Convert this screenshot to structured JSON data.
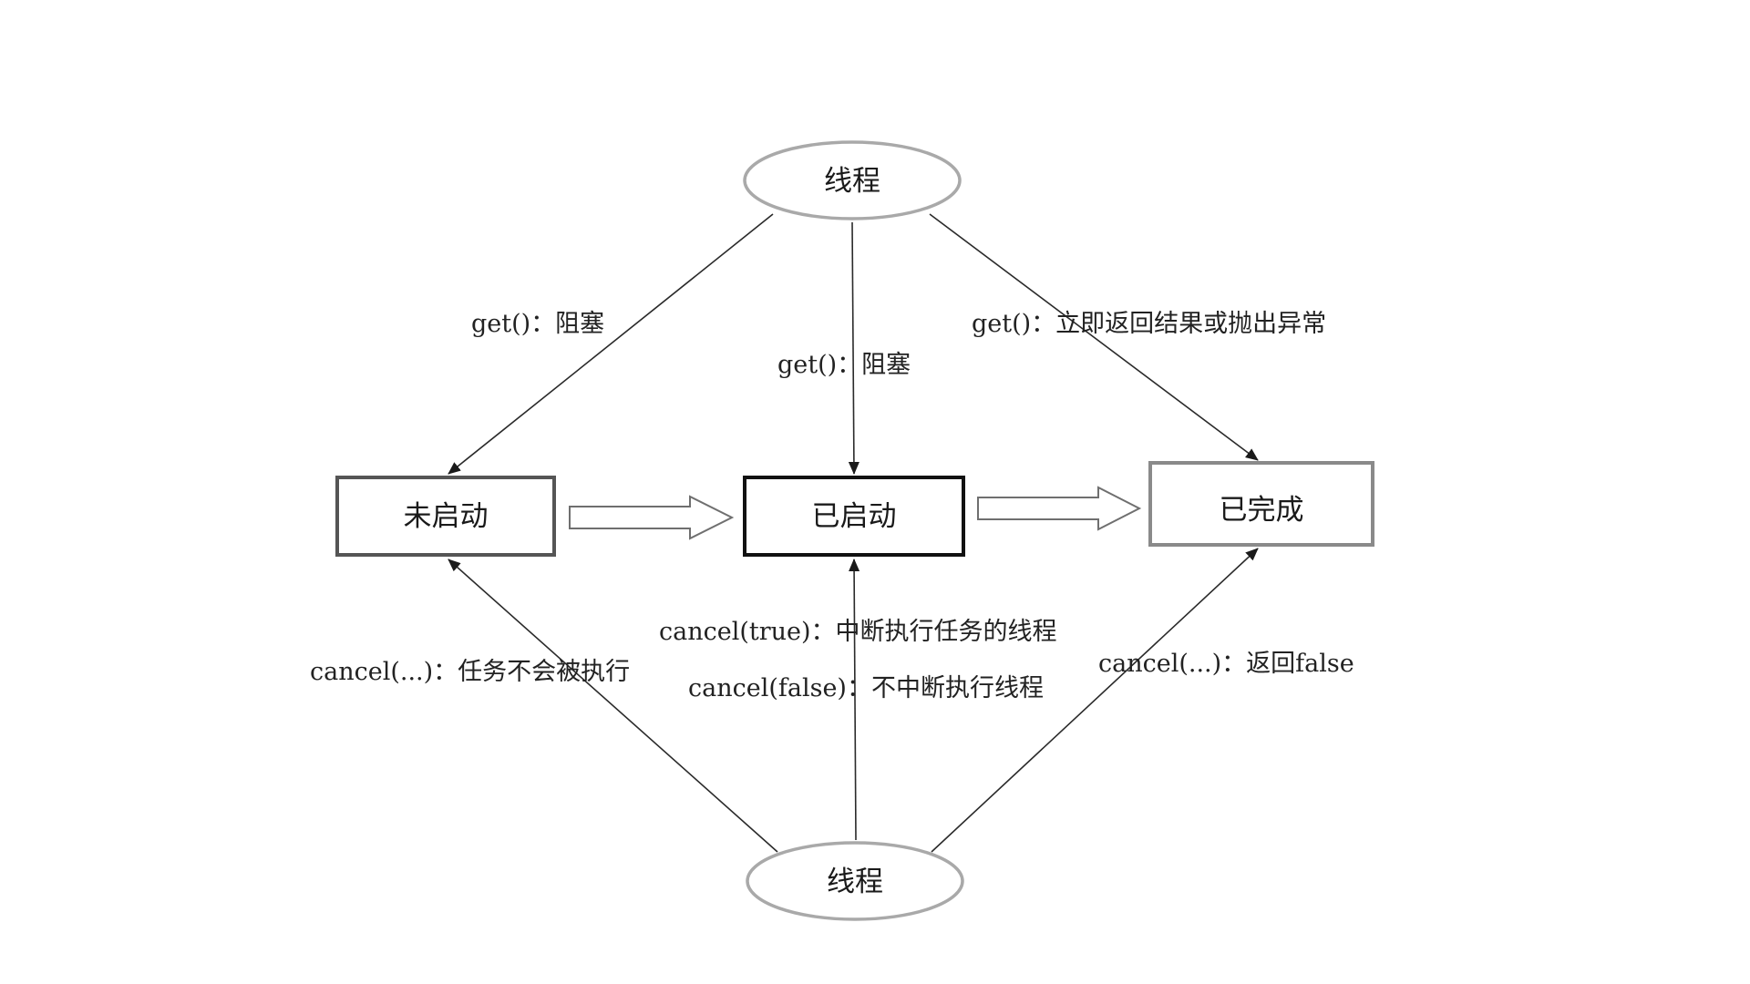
{
  "nodes": {
    "thread_top": {
      "label": "线程"
    },
    "thread_bottom": {
      "label": "线程"
    },
    "state_not_started": {
      "label": "未启动"
    },
    "state_started": {
      "label": "已启动"
    },
    "state_completed": {
      "label": "已完成"
    }
  },
  "edges": {
    "get_blocking_left": "get()：阻塞",
    "get_blocking_center": "get()：阻塞",
    "get_immediate": "get()：立即返回结果或抛出异常",
    "cancel_not_executed": "cancel(...)：任务不会被执行",
    "cancel_true": "cancel(true)：中断执行任务的线程",
    "cancel_false": "cancel(false)：不中断执行线程",
    "cancel_return_false": "cancel(...)：返回false"
  },
  "colors": {
    "line": "#2a2a2a",
    "ellipse_stroke": "#a9a9a9",
    "box_not_started": "#555555",
    "box_started": "#111111",
    "box_completed": "#8a8a8a",
    "block_arrow": "#6f6f6f"
  }
}
